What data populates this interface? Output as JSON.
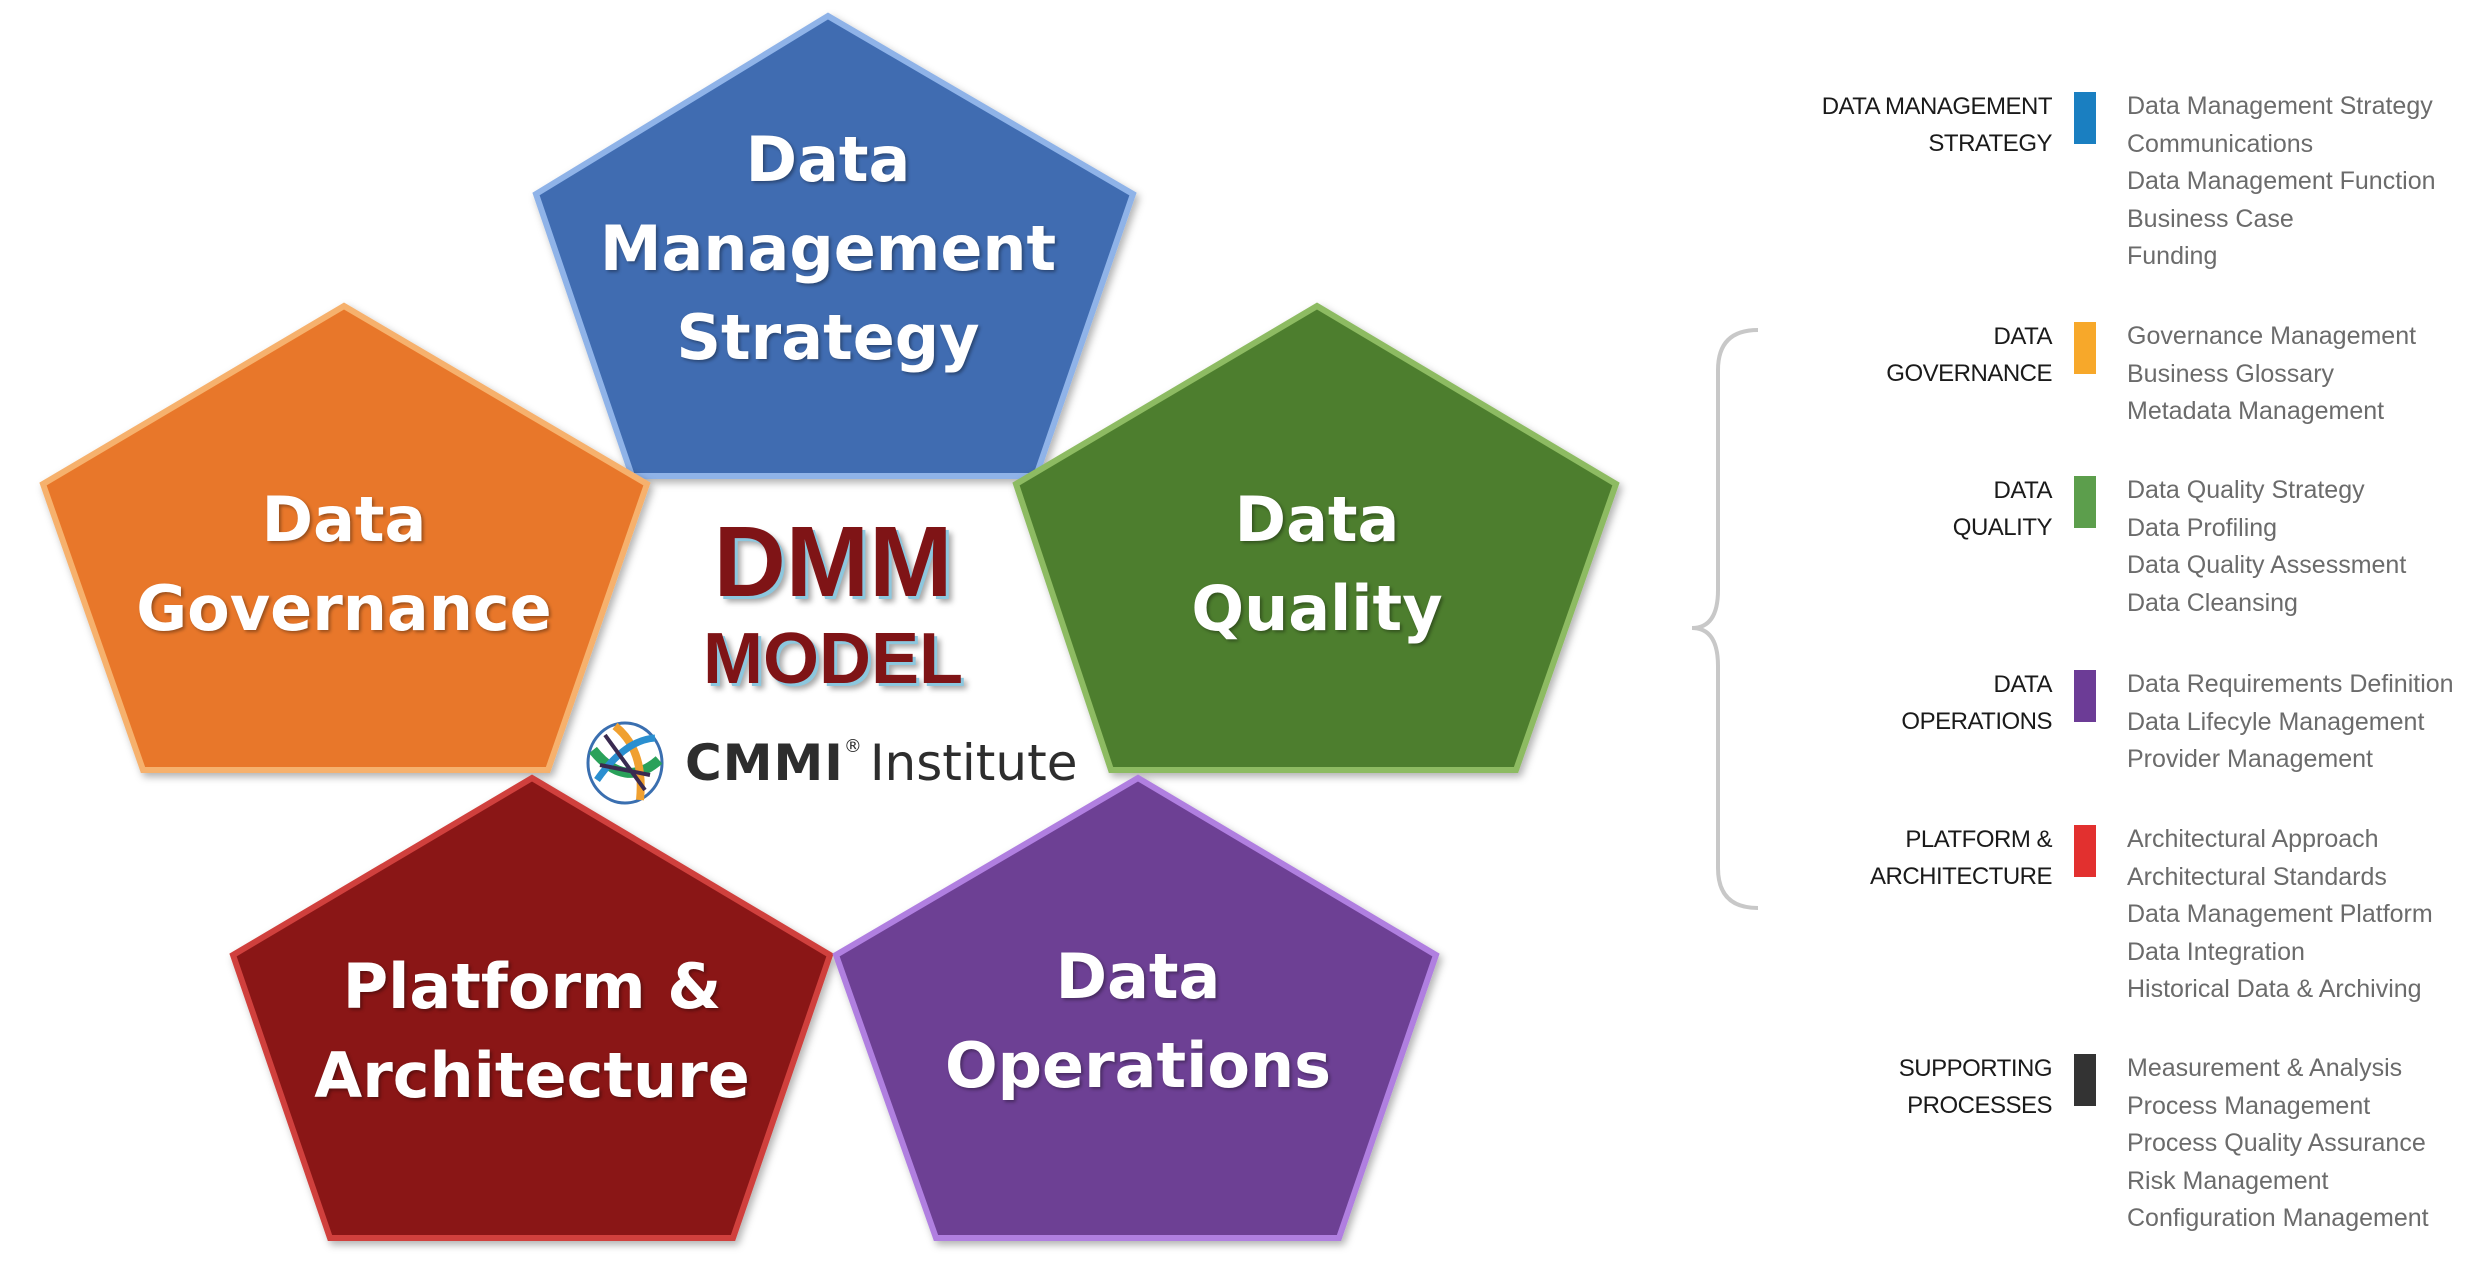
{
  "pentagons": [
    {
      "id": "strategy",
      "lines": [
        "Data",
        "Management",
        "Strategy"
      ],
      "color": "#3f6cb1"
    },
    {
      "id": "governance",
      "lines": [
        "Data",
        "Governance"
      ],
      "color": "#e8772a"
    },
    {
      "id": "quality",
      "lines": [
        "Data",
        "Quality"
      ],
      "color": "#4e7e2e"
    },
    {
      "id": "platform",
      "lines": [
        "Platform &",
        "Architecture"
      ],
      "color": "#8a1717"
    },
    {
      "id": "operations",
      "lines": [
        "Data",
        "Operations"
      ],
      "color": "#6d3f94"
    }
  ],
  "center": {
    "title": "DMM",
    "subtitle": "MODEL",
    "logo_text_bold": "CMMI",
    "logo_reg": "®",
    "logo_text": "Institute"
  },
  "categories": [
    {
      "label": [
        "DATA MANAGEMENT",
        "STRATEGY"
      ],
      "color": "#1a7fc1",
      "items": [
        "Data Management Strategy",
        "Communications",
        "Data Management Function",
        "Business Case",
        "Funding"
      ]
    },
    {
      "label": [
        "DATA",
        "GOVERNANCE"
      ],
      "color": "#f7a82a",
      "items": [
        "Governance Management",
        "Business Glossary",
        "Metadata Management"
      ]
    },
    {
      "label": [
        "DATA",
        "QUALITY"
      ],
      "color": "#5c9e4c",
      "items": [
        "Data Quality Strategy",
        "Data Profiling",
        "Data Quality Assessment",
        "Data Cleansing"
      ]
    },
    {
      "label": [
        "DATA",
        "OPERATIONS"
      ],
      "color": "#6c3c96",
      "items": [
        "Data Requirements Definition",
        "Data Lifecyle Management",
        "Provider Management"
      ]
    },
    {
      "label": [
        "PLATFORM &",
        "ARCHITECTURE"
      ],
      "color": "#e2302f",
      "items": [
        "Architectural Approach",
        "Architectural Standards",
        "Data Management Platform",
        "Data Integration",
        "Historical Data & Archiving"
      ]
    },
    {
      "label": [
        "SUPPORTING",
        "PROCESSES"
      ],
      "color": "#333333",
      "items": [
        "Measurement & Analysis",
        "Process Management",
        "Process Quality Assurance",
        "Risk Management",
        "Configuration Management"
      ]
    }
  ]
}
